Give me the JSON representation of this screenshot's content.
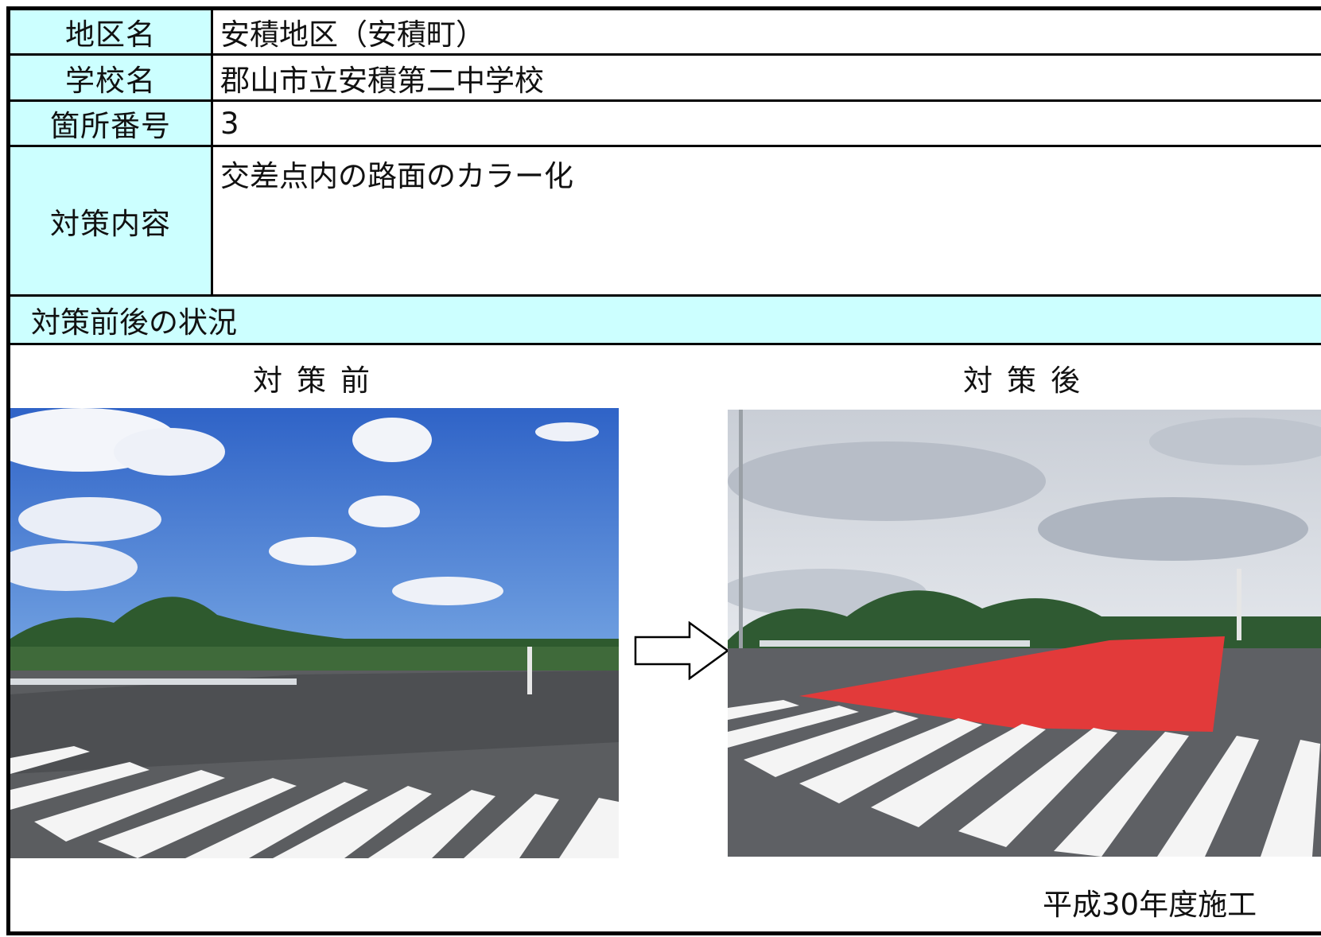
{
  "form": {
    "district_label": "地区名",
    "district_value": "安積地区（安積町）",
    "school_label": "学校名",
    "school_value": "郡山市立安積第二中学校",
    "location_label": "箇所番号",
    "location_value": "3",
    "measure_label": "対策内容",
    "measure_value": "交差点内の路面のカラー化"
  },
  "status": {
    "heading": "対策前後の状況",
    "before_caption": "対策前",
    "after_caption": "対策後",
    "construction_note": "平成30年度施工"
  },
  "colors": {
    "label_bg": "#ccffff",
    "border": "#000000",
    "red_pavement": "#e23a3a"
  },
  "icons": {
    "transition": "right-arrow-icon"
  }
}
